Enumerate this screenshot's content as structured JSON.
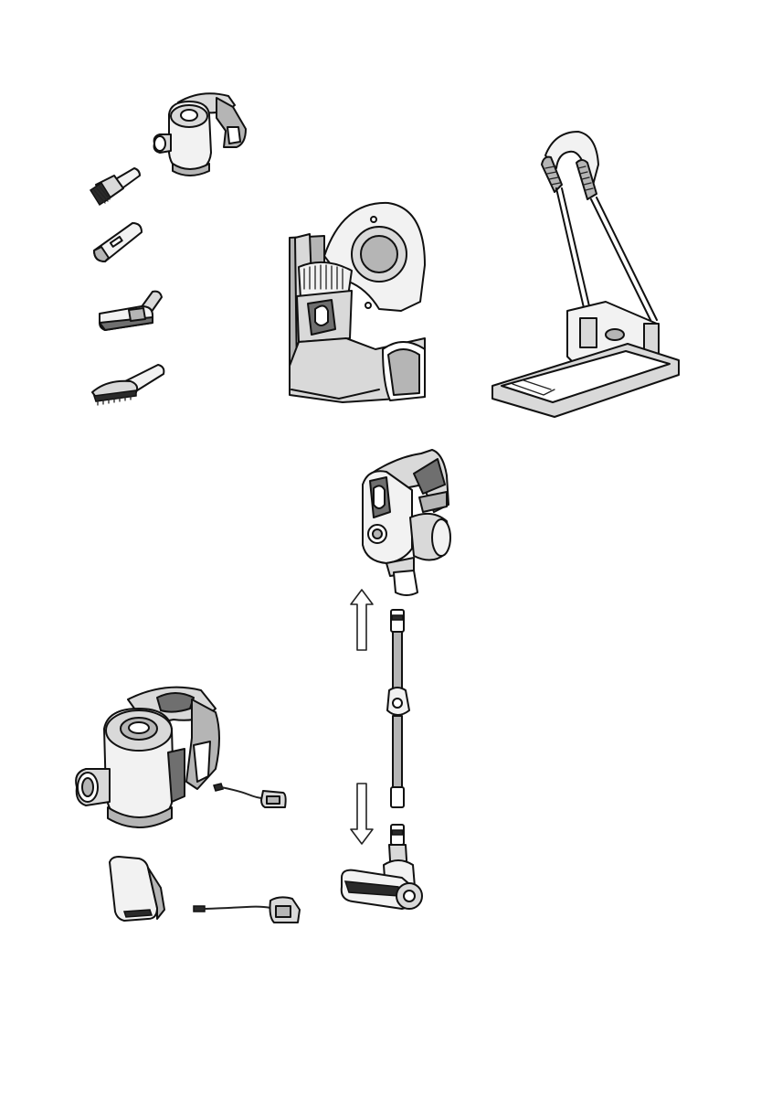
{
  "page": {
    "figures": [
      "handheld-unit-top",
      "crevice-brush-tool",
      "crevice-tool",
      "mini-motorized-brush",
      "dusting-brush",
      "wall-mount-bracket",
      "floor-stand",
      "main-unit-with-handle",
      "upward-arrow",
      "extension-tube",
      "downward-arrow",
      "floor-brush-head",
      "handheld-unit-bottom",
      "charger-cable",
      "battery-pack",
      "power-adapter"
    ]
  }
}
